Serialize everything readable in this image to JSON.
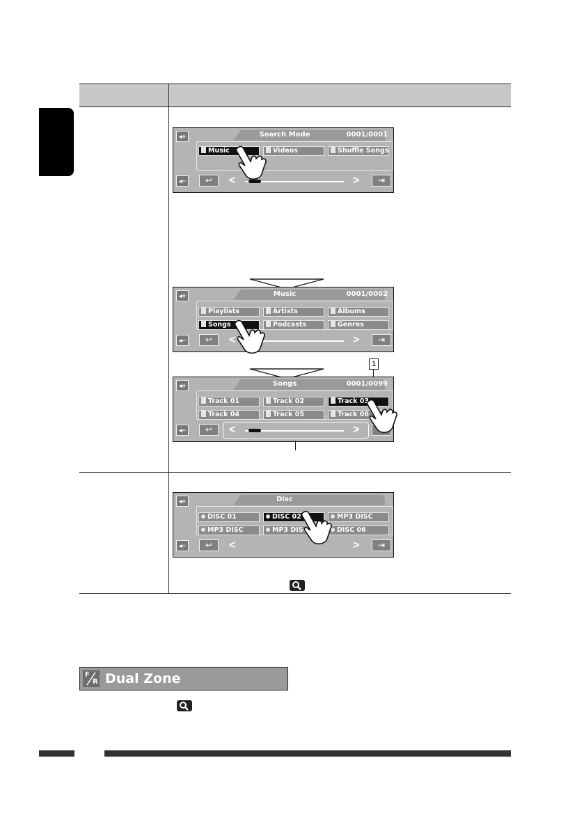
{
  "screens": [
    {
      "title": "Search Mode",
      "counter": "0001/0001",
      "items": [
        {
          "label": "Music",
          "selected": true
        },
        {
          "label": "Videos",
          "selected": false
        },
        {
          "label": "Shuffle Songs",
          "selected": false
        }
      ],
      "slider_position": 0.08
    },
    {
      "title": "Music",
      "counter": "0001/0002",
      "items": [
        {
          "label": "Playlists",
          "selected": false
        },
        {
          "label": "Artists",
          "selected": false
        },
        {
          "label": "Albums",
          "selected": false
        },
        {
          "label": "Songs",
          "selected": true
        },
        {
          "label": "Podcasts",
          "selected": false
        },
        {
          "label": "Genres",
          "selected": false
        }
      ],
      "slider_position": 0.08
    },
    {
      "title": "Songs",
      "counter": "0001/0099",
      "callout": "1",
      "items": [
        {
          "label": "Track 01",
          "selected": false
        },
        {
          "label": "Track 02",
          "selected": false
        },
        {
          "label": "Track 03",
          "selected": true
        },
        {
          "label": "Track 04",
          "selected": false
        },
        {
          "label": "Track 05",
          "selected": false
        },
        {
          "label": "Track 06",
          "selected": false
        }
      ],
      "slider_position": 0.08
    },
    {
      "title": "Disc",
      "counter": "",
      "items": [
        {
          "label": "DISC 01",
          "selected": false
        },
        {
          "label": "DISC 02",
          "selected": true
        },
        {
          "label": "MP3 DISC",
          "selected": false
        },
        {
          "label": "MP3 DISC",
          "selected": false
        },
        {
          "label": "MP3 DISC",
          "selected": false
        },
        {
          "label": "DISC 06",
          "selected": false
        }
      ]
    }
  ],
  "buttons": {
    "vol_up": "+",
    "vol_down": "−",
    "back": "↩",
    "prev": "<",
    "next": ">",
    "exit": "⇥"
  },
  "banner": {
    "icon_top": "F",
    "icon_bottom": "R",
    "title": "Dual Zone"
  },
  "colors": {
    "screen_bg": "#b4b4b4",
    "item_bg": "#8a8a8a",
    "selected_bg": "#111111",
    "side_tab": "#000000",
    "footer_bar": "#333333"
  }
}
